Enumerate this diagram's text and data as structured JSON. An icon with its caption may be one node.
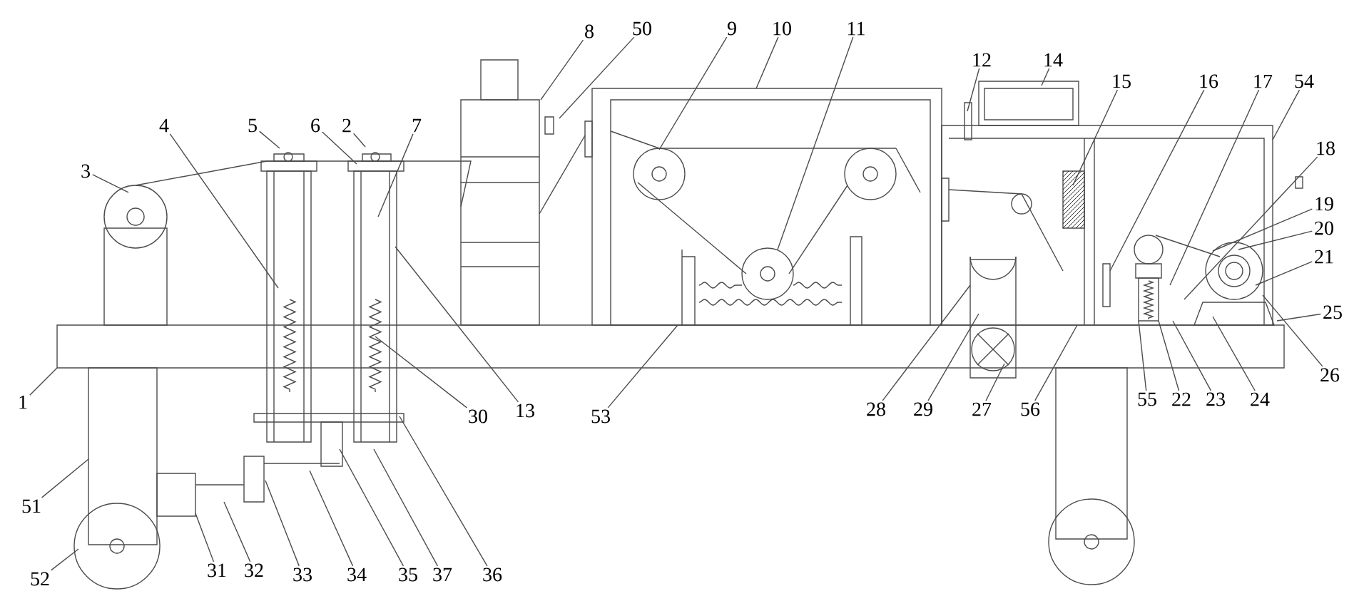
{
  "diagram": {
    "nodes": [
      {
        "text": [
          "8"
        ]
      },
      {
        "text": [
          "50"
        ]
      },
      {
        "text": [
          "9"
        ]
      },
      {
        "text": [
          "10"
        ]
      },
      {
        "text": [
          "11"
        ]
      },
      {
        "text": [
          "12"
        ]
      },
      {
        "text": [
          "14"
        ]
      },
      {
        "text": [
          "15"
        ]
      },
      {
        "text": [
          "16"
        ]
      },
      {
        "text": [
          "17"
        ]
      },
      {
        "text": [
          "54"
        ]
      },
      {
        "text": [
          "4"
        ]
      },
      {
        "text": [
          "5"
        ]
      },
      {
        "text": [
          "6"
        ]
      },
      {
        "text": [
          "2"
        ]
      },
      {
        "text": [
          "7"
        ]
      },
      {
        "text": [
          "18"
        ]
      },
      {
        "text": [
          "3"
        ]
      },
      {
        "text": [
          "19"
        ]
      },
      {
        "text": [
          "20"
        ]
      },
      {
        "text": [
          "21"
        ]
      },
      {
        "text": [
          "25"
        ]
      },
      {
        "text": [
          "26"
        ]
      },
      {
        "text": [
          "1"
        ]
      },
      {
        "text": [
          "30"
        ]
      },
      {
        "text": [
          "13"
        ]
      },
      {
        "text": [
          "53"
        ]
      },
      {
        "text": [
          "28"
        ]
      },
      {
        "text": [
          "29"
        ]
      },
      {
        "text": [
          "27"
        ]
      },
      {
        "text": [
          "56"
        ]
      },
      {
        "text": [
          "55"
        ]
      },
      {
        "text": [
          "22"
        ]
      },
      {
        "text": [
          "23"
        ]
      },
      {
        "text": [
          "24"
        ]
      },
      {
        "text": [
          "51"
        ]
      },
      {
        "text": [
          "52"
        ]
      },
      {
        "text": [
          "31"
        ]
      },
      {
        "text": [
          "32"
        ]
      },
      {
        "text": [
          "33"
        ]
      },
      {
        "text": [
          "34"
        ]
      },
      {
        "text": [
          "35"
        ]
      },
      {
        "text": [
          "37"
        ]
      },
      {
        "text": [
          "36"
        ]
      }
    ],
    "edges": [
      {
        "from": 0,
        "to": null,
        "arrow": "none"
      },
      {
        "from": 1,
        "to": null,
        "arrow": "none"
      },
      {
        "from": 2,
        "to": null,
        "arrow": "none"
      },
      {
        "from": 3,
        "to": null,
        "arrow": "none"
      },
      {
        "from": 4,
        "to": null,
        "arrow": "none"
      },
      {
        "from": 5,
        "to": null,
        "arrow": "none"
      },
      {
        "from": 6,
        "to": null,
        "arrow": "none"
      },
      {
        "from": 7,
        "to": null,
        "arrow": "none"
      },
      {
        "from": 8,
        "to": null,
        "arrow": "none"
      },
      {
        "from": 9,
        "to": null,
        "arrow": "none"
      },
      {
        "from": 10,
        "to": null,
        "arrow": "none"
      },
      {
        "from": 11,
        "to": null,
        "arrow": "none"
      },
      {
        "from": 12,
        "to": null,
        "arrow": "none"
      },
      {
        "from": 13,
        "to": null,
        "arrow": "none"
      },
      {
        "from": 14,
        "to": null,
        "arrow": "none"
      },
      {
        "from": 15,
        "to": null,
        "arrow": "none"
      },
      {
        "from": 16,
        "to": null,
        "arrow": "none"
      },
      {
        "from": 17,
        "to": null,
        "arrow": "none"
      },
      {
        "from": 18,
        "to": null,
        "arrow": "none"
      },
      {
        "from": 19,
        "to": null,
        "arrow": "none"
      },
      {
        "from": 20,
        "to": null,
        "arrow": "none"
      },
      {
        "from": 21,
        "to": null,
        "arrow": "none"
      },
      {
        "from": 22,
        "to": null,
        "arrow": "none"
      },
      {
        "from": 23,
        "to": null,
        "arrow": "none"
      },
      {
        "from": 24,
        "to": null,
        "arrow": "none"
      },
      {
        "from": 25,
        "to": null,
        "arrow": "none"
      },
      {
        "from": 26,
        "to": null,
        "arrow": "none"
      },
      {
        "from": 27,
        "to": null,
        "arrow": "none"
      },
      {
        "from": 28,
        "to": null,
        "arrow": "none"
      },
      {
        "from": 29,
        "to": null,
        "arrow": "none"
      },
      {
        "from": 30,
        "to": null,
        "arrow": "none"
      },
      {
        "from": 31,
        "to": null,
        "arrow": "none"
      },
      {
        "from": 32,
        "to": null,
        "arrow": "none"
      },
      {
        "from": 33,
        "to": null,
        "arrow": "none"
      },
      {
        "from": 34,
        "to": null,
        "arrow": "none"
      },
      {
        "from": 35,
        "to": null,
        "arrow": "none"
      },
      {
        "from": 36,
        "to": null,
        "arrow": "none"
      },
      {
        "from": 37,
        "to": null,
        "arrow": "none"
      },
      {
        "from": 38,
        "to": null,
        "arrow": "none"
      },
      {
        "from": 39,
        "to": null,
        "arrow": "none"
      },
      {
        "from": 40,
        "to": null,
        "arrow": "none"
      },
      {
        "from": 41,
        "to": null,
        "arrow": "none"
      },
      {
        "from": 42,
        "to": null,
        "arrow": "none"
      },
      {
        "from": 43,
        "to": null,
        "arrow": "none"
      }
    ]
  }
}
